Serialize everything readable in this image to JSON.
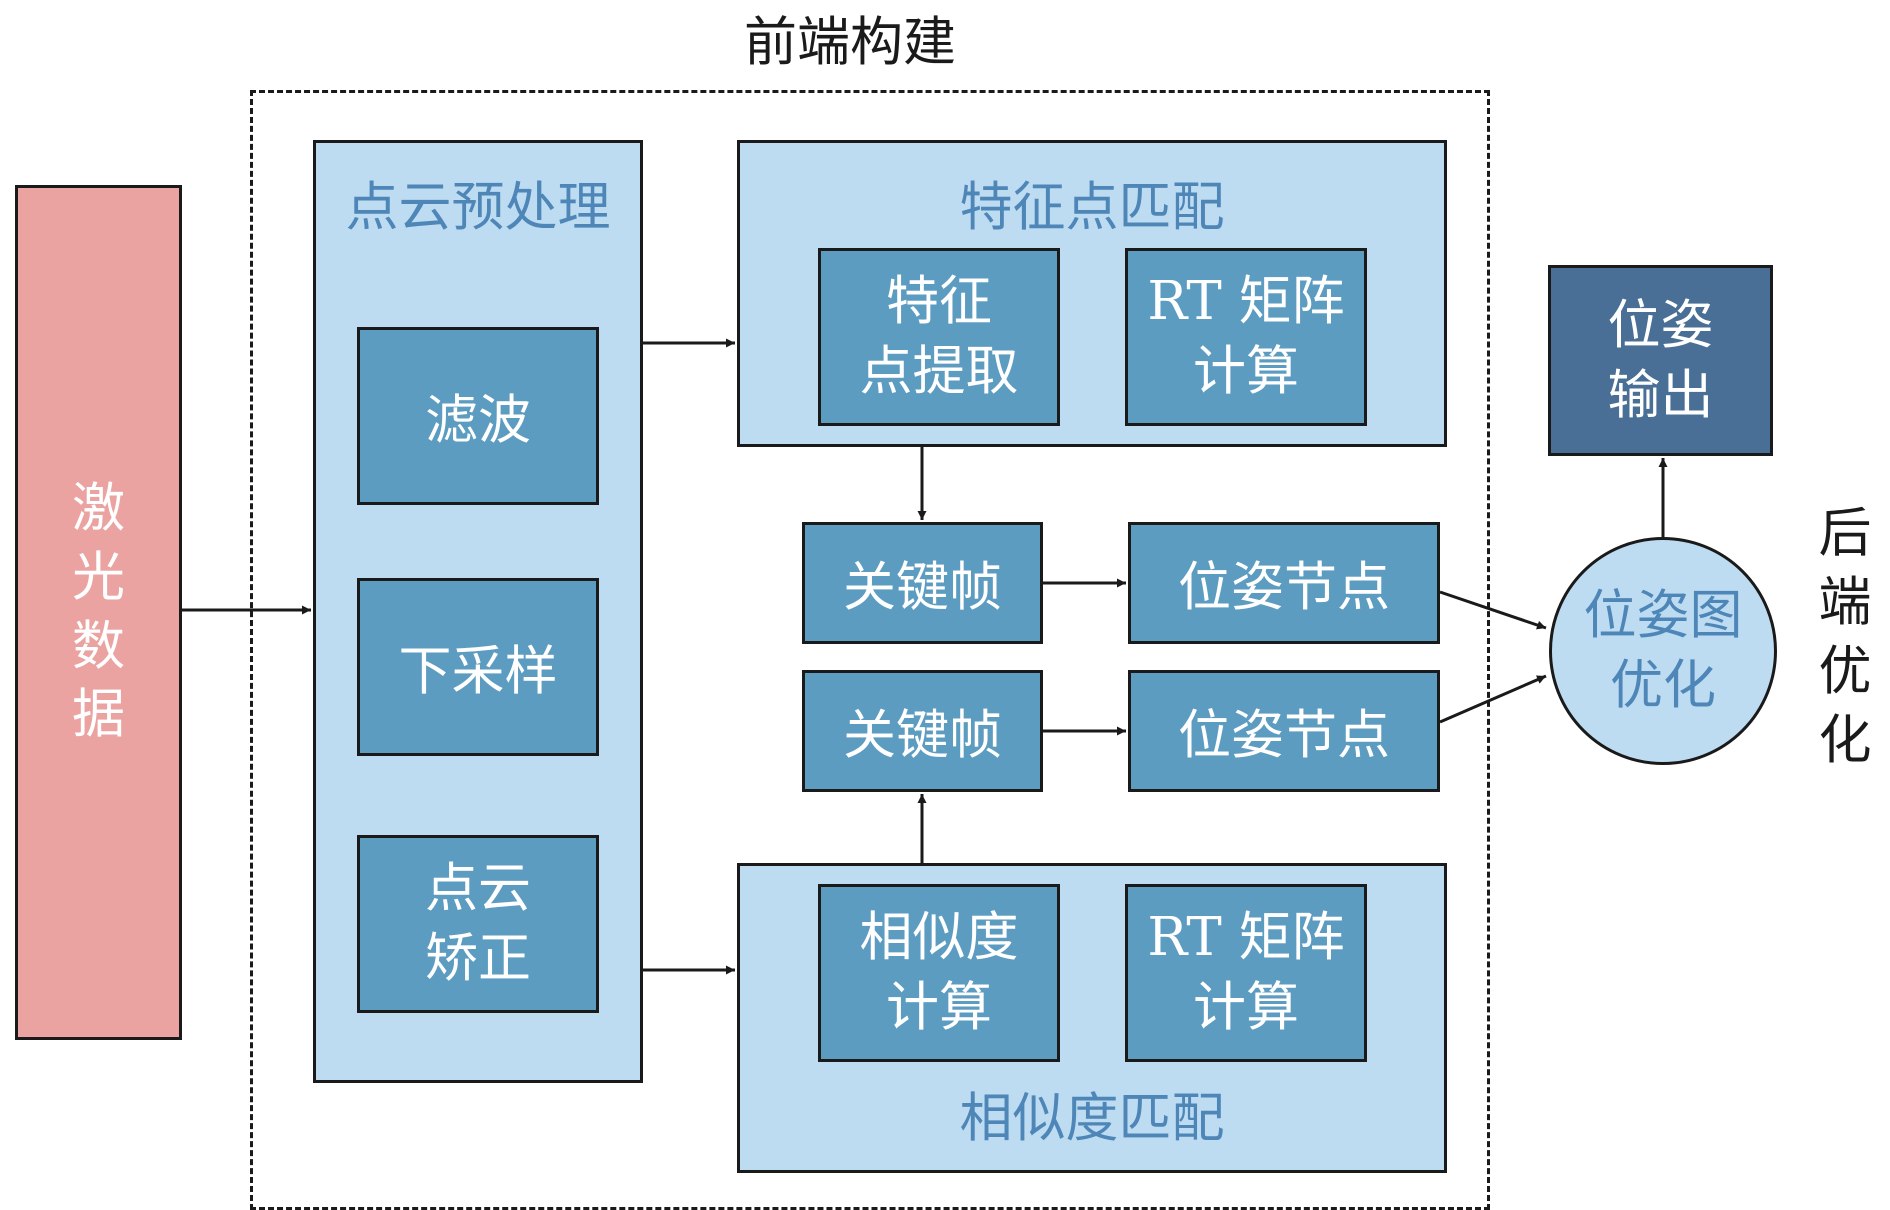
{
  "frontend_label": "前端构建",
  "backend_label": "后端优化",
  "laser_data": "激光数据",
  "preprocess": {
    "title": "点云预处理",
    "filter": "滤波",
    "downsample": "下采样",
    "correction": "点云\n矫正"
  },
  "feature_match": {
    "title": "特征点匹配",
    "extract": "特征\n点提取",
    "rt": "RT 矩阵\n计算"
  },
  "similarity_match": {
    "title": "相似度匹配",
    "similarity": "相似度\n计算",
    "rt": "RT 矩阵\n计算"
  },
  "keyframe_top": "关键帧",
  "keyframe_bottom": "关键帧",
  "pose_node_top": "位姿节点",
  "pose_node_bottom": "位姿节点",
  "pose_graph": "位姿图\n优化",
  "pose_output": "位姿\n输出",
  "colors": {
    "light_blue": "#bddcf1",
    "mid_blue": "#5d9cc1",
    "dark_blue": "#496f97",
    "pink": "#eaa3a1",
    "label_blue": "#4f86b8"
  }
}
